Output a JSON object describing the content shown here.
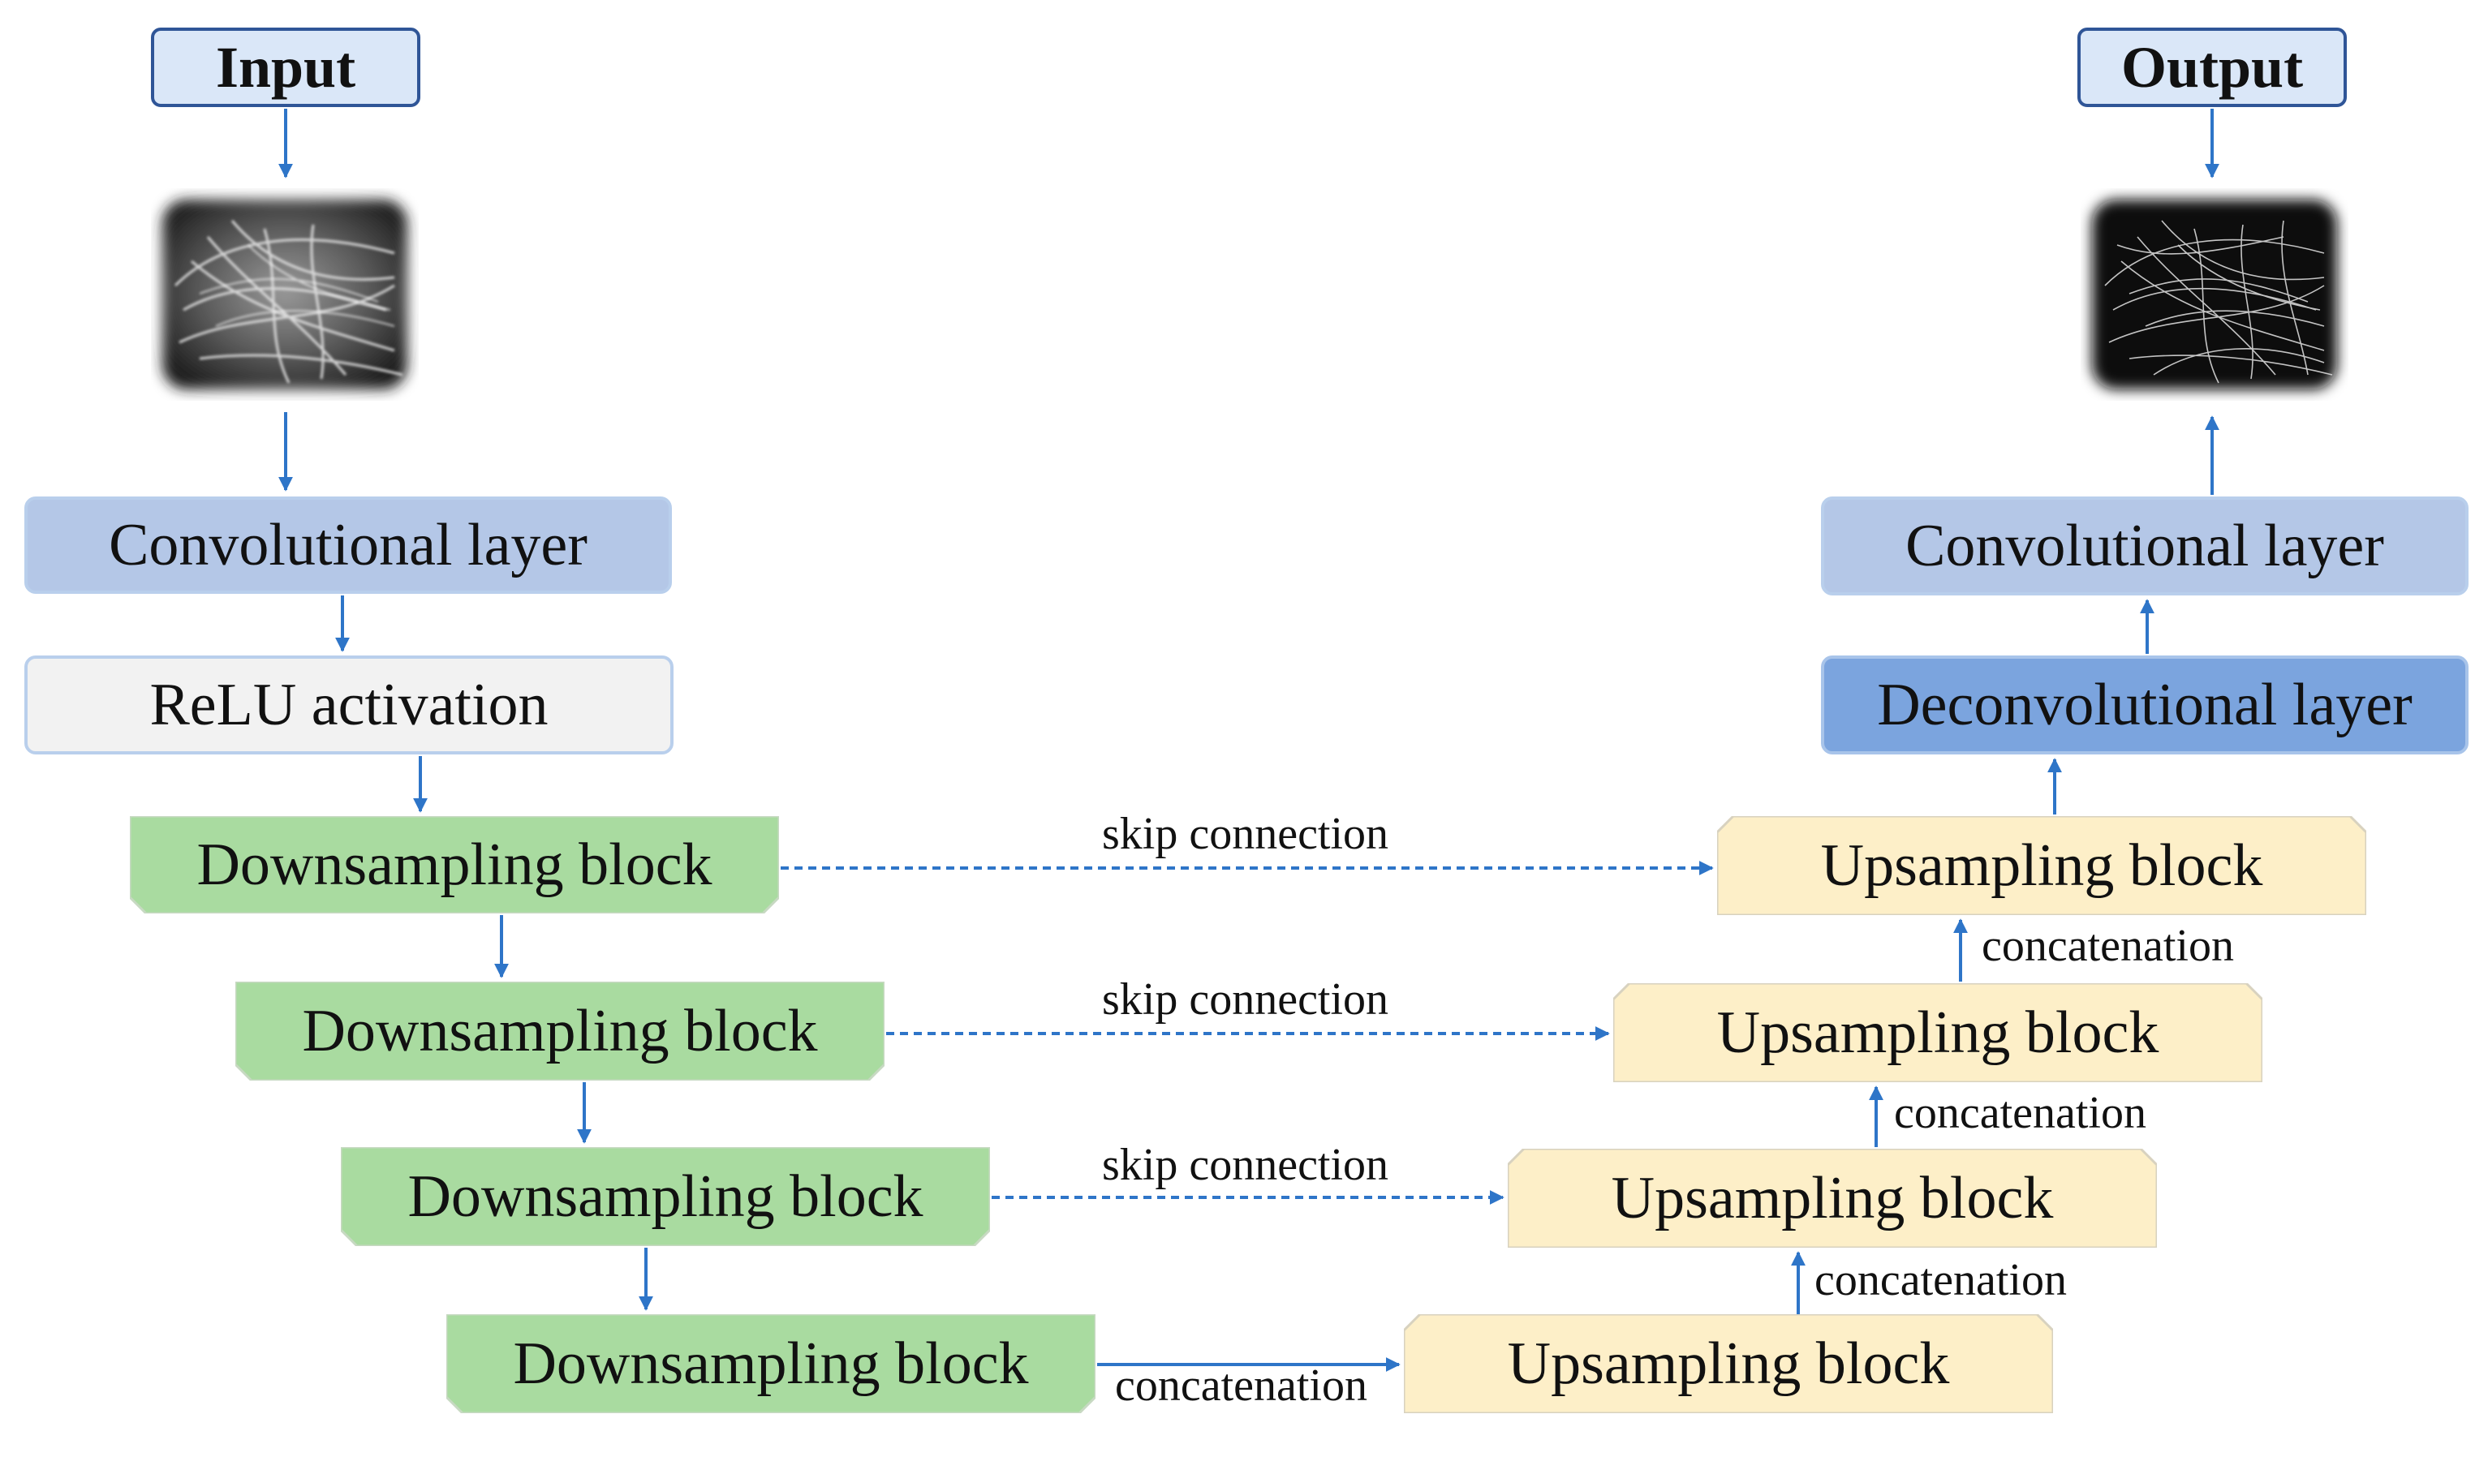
{
  "input_label": "Input",
  "output_label": "Output",
  "encoder": {
    "conv_label": "Convolutional  layer",
    "relu_label": "ReLU activation",
    "down_blocks": [
      "Downsampling  block",
      "Downsampling  block",
      "Downsampling  block",
      "Downsampling  block"
    ]
  },
  "decoder": {
    "up_blocks": [
      "Upsampling  block",
      "Upsampling  block",
      "Upsampling  block",
      "Upsampling  block"
    ],
    "deconv_label": "Deconvolutional  layer",
    "conv_label": "Convolutional  layer"
  },
  "edge_labels": {
    "skip": [
      "skip connection",
      "skip connection",
      "skip connection"
    ],
    "concat_bottom": "concatenation",
    "concat_up": [
      "concatenation",
      "concatenation",
      "concatenation"
    ]
  },
  "colors": {
    "arrow": "#2e75c8",
    "down_block": "#a9dba0",
    "up_block": "#fdefc8",
    "conv": "#b4c7e7",
    "deconv": "#7ba4de",
    "relu": "#f2f2f2",
    "io_border": "#2f5597"
  }
}
